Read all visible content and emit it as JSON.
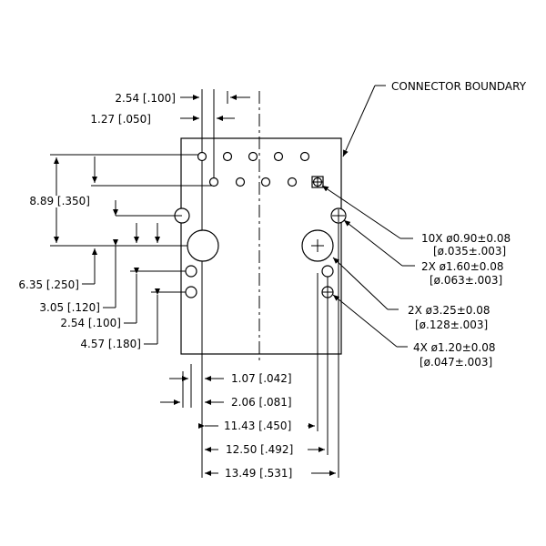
{
  "title": "",
  "labels": {
    "connector_boundary": "CONNECTOR BOUNDARY",
    "dim_2_54_top": "2.54 [.100]",
    "dim_1_27": "1.27 [.050]",
    "dim_8_89": "8.89 [.350]",
    "dim_6_35": "6.35 [.250]",
    "dim_3_05": "3.05 [.120]",
    "dim_2_54_mid": "2.54 [.100]",
    "dim_4_57": "4.57 [.180]",
    "dim_1_07": "1.07 [.042]",
    "dim_2_06": "2.06 [.081]",
    "dim_11_43": "11.43 [.450]",
    "dim_12_50": "12.50 [.492]",
    "dim_13_49": "13.49 [.531]"
  },
  "callouts": [
    {
      "line1": "10X ø0.90±0.08",
      "line2": "[ø.035±.003]"
    },
    {
      "line1": "2X ø1.60±0.08",
      "line2": "[ø.063±.003]"
    },
    {
      "line1": "2X ø3.25±0.08",
      "line2": "[ø.128±.003]"
    },
    {
      "line1": "4X ø1.20±0.08",
      "line2": "[ø.047±.003]"
    }
  ]
}
